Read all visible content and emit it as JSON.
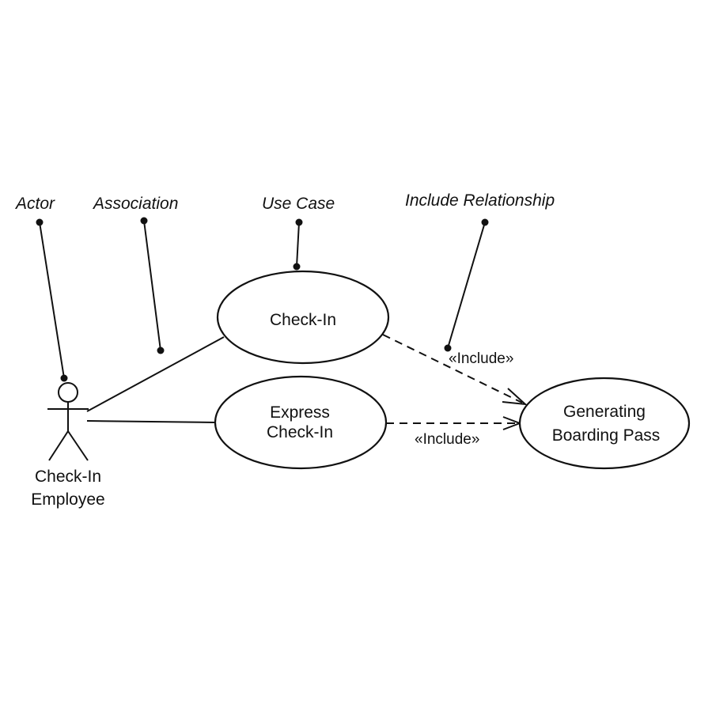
{
  "callouts": {
    "actor": "Actor",
    "association": "Association",
    "use_case": "Use Case",
    "include_relationship": "Include Relationship"
  },
  "actor": {
    "name_line1": "Check-In",
    "name_line2": "Employee"
  },
  "use_cases": {
    "check_in": "Check-In",
    "express_line1": "Express",
    "express_line2": "Check-In",
    "boarding_line1": "Generating",
    "boarding_line2": "Boarding Pass"
  },
  "relationships": {
    "include_top": "«Include»",
    "include_bottom": "«Include»"
  }
}
